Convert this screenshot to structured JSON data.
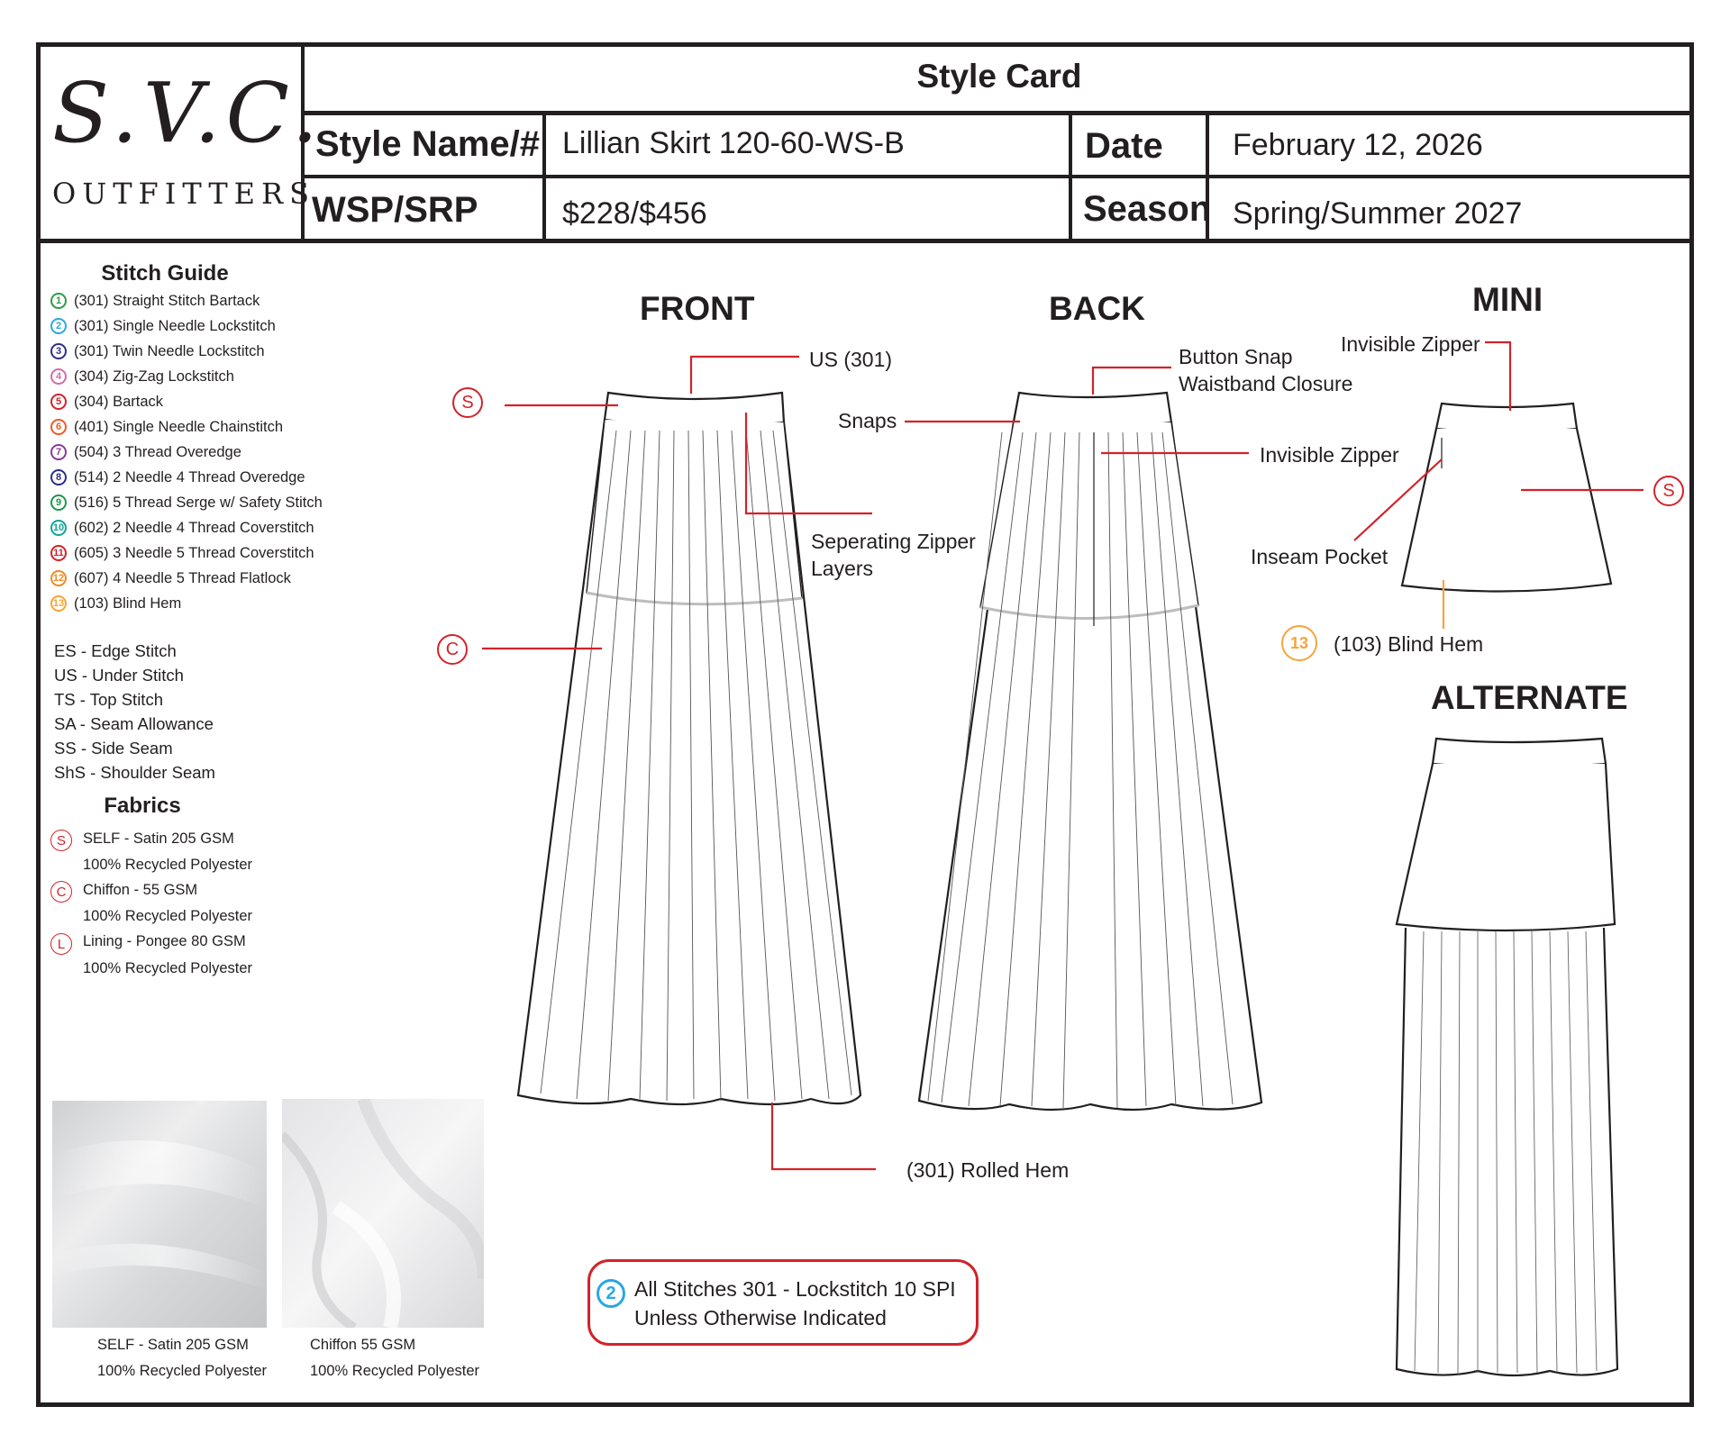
{
  "logo": {
    "script": "S.V.C.",
    "sub": "OUTFITTERS"
  },
  "header": {
    "title": "Style Card",
    "style_name_label": "Style Name/#",
    "style_name_value": "Lillian Skirt 120-60-WS-B",
    "date_label": "Date",
    "date_value": "February 12, 2026",
    "wsp_label": "WSP/SRP",
    "wsp_value": "$228/$456",
    "season_label": "Season",
    "season_value": "Spring/Summer 2027"
  },
  "stitch_guide": {
    "title": "Stitch Guide",
    "items": [
      {
        "num": "1",
        "label": "(301) Straight Stitch Bartack",
        "color": "#2e9c47"
      },
      {
        "num": "2",
        "label": "(301) Single Needle Lockstitch",
        "color": "#29a8e0"
      },
      {
        "num": "3",
        "label": "(301) Twin Needle Lockstitch",
        "color": "#2b2e83"
      },
      {
        "num": "4",
        "label": "(304) Zig-Zag Lockstitch",
        "color": "#d56ba8"
      },
      {
        "num": "5",
        "label": "(304) Bartack",
        "color": "#d2232a"
      },
      {
        "num": "6",
        "label": "(401) Single Needle Chainstitch",
        "color": "#ef5a28"
      },
      {
        "num": "7",
        "label": "(504) 3 Thread Overedge",
        "color": "#8a3b97"
      },
      {
        "num": "8",
        "label": "(514) 2 Needle 4 Thread Overedge",
        "color": "#2b2e83"
      },
      {
        "num": "9",
        "label": "(516) 5 Thread Serge w/ Safety Stitch",
        "color": "#1a9a4a"
      },
      {
        "num": "10",
        "label": "(602) 2 Needle 4 Thread Coverstitch",
        "color": "#13a39b"
      },
      {
        "num": "11",
        "label": "(605) 3 Needle 5 Thread Coverstitch",
        "color": "#d2232a"
      },
      {
        "num": "12",
        "label": "(607) 4 Needle 5 Thread Flatlock",
        "color": "#f08a24"
      },
      {
        "num": "13",
        "label": "(103) Blind Hem",
        "color": "#f6a43a"
      }
    ]
  },
  "abbreviations": [
    "ES - Edge Stitch",
    "US - Under Stitch",
    "TS - Top Stitch",
    "SA - Seam Allowance",
    "SS - Side Seam",
    "ShS - Shoulder Seam"
  ],
  "fabrics": {
    "title": "Fabrics",
    "items": [
      {
        "code": "S",
        "name": "SELF - Satin 205 GSM",
        "content": "100% Recycled Polyester"
      },
      {
        "code": "C",
        "name": "Chiffon - 55 GSM",
        "content": "100% Recycled Polyester"
      },
      {
        "code": "L",
        "name": "Lining - Pongee 80 GSM",
        "content": "100% Recycled Polyester"
      }
    ]
  },
  "swatches": [
    {
      "name": "SELF - Satin 205 GSM",
      "content": "100% Recycled Polyester"
    },
    {
      "name": "Chiffon 55 GSM",
      "content": "100% Recycled Polyester"
    }
  ],
  "views": {
    "front": "FRONT",
    "back": "BACK",
    "mini": "MINI",
    "alternate": "ALTERNATE"
  },
  "callouts": {
    "us_301": "US (301)",
    "separating_zipper_1": "Seperating Zipper",
    "separating_zipper_2": "Layers",
    "snaps": "Snaps",
    "button_snap_1": "Button Snap",
    "button_snap_2": "Waistband Closure",
    "invisible_zipper_back": "Invisible Zipper",
    "invisible_zipper_mini": "Invisible Zipper",
    "inseam_pocket": "Inseam Pocket",
    "blind_hem_num": "13",
    "blind_hem": "(103) Blind Hem",
    "rolled_hem": "(301) Rolled Hem",
    "tag_s": "S",
    "tag_c": "C"
  },
  "note": {
    "num": "2",
    "line1": "All Stitches 301 - Lockstitch 10 SPI",
    "line2": "Unless Otherwise Indicated"
  },
  "colors": {
    "callout_red": "#d2232a",
    "outline": "#231f20",
    "blind_hem_orange": "#f6a43a",
    "note_blue": "#29a8e0"
  }
}
